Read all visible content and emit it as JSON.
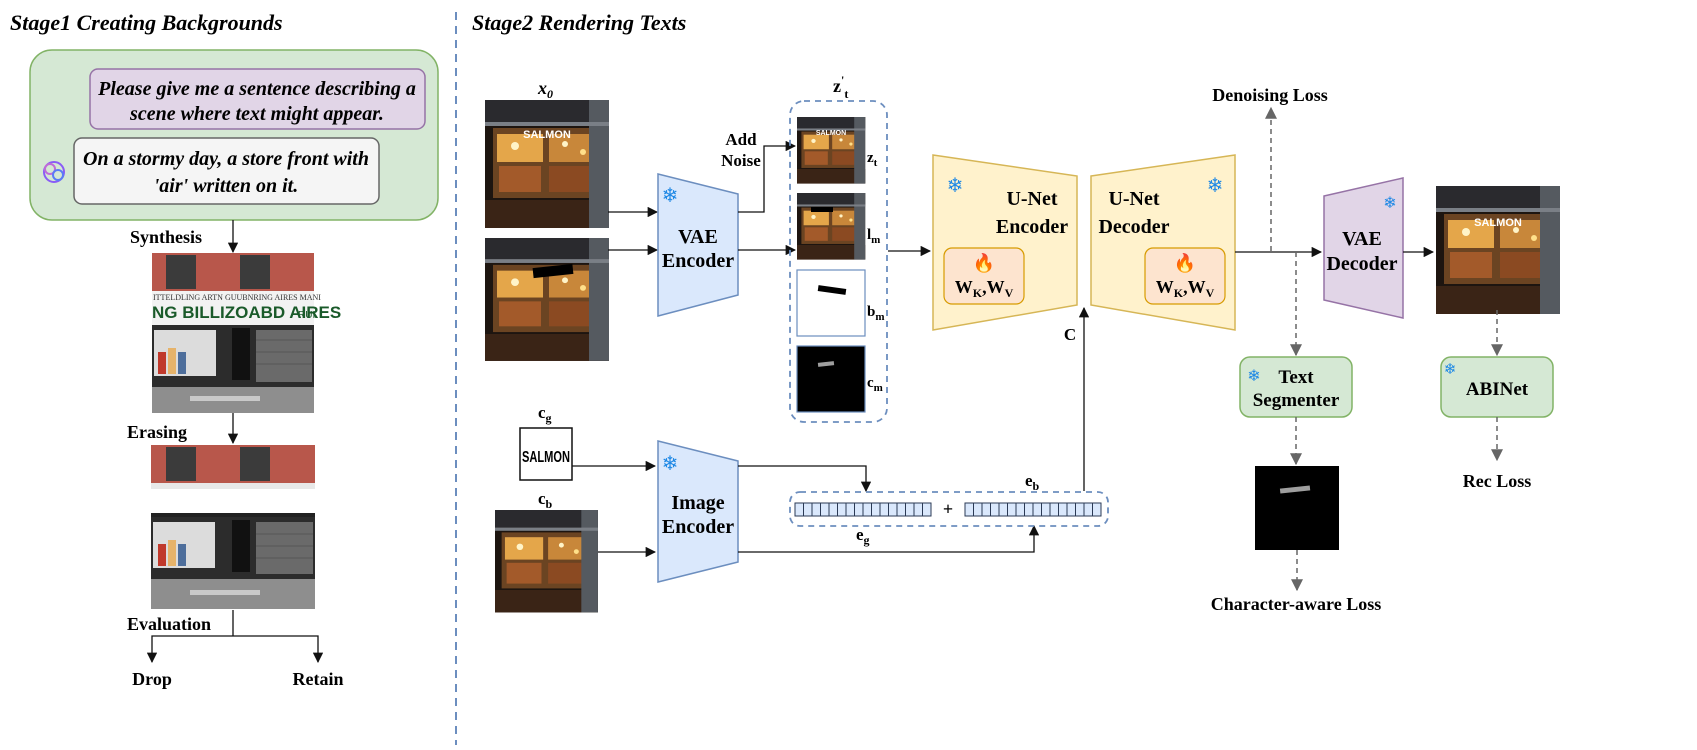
{
  "colors": {
    "stage1_green": "#d5e8d4",
    "stage1_green_border": "#82b366",
    "prompt_purple": "#e1d5e7",
    "prompt_purple_border": "#9673a6",
    "vae_blue": "#dae8fc",
    "vae_blue_border": "#6c8ebf",
    "unet_yellow": "#fff2cc",
    "unet_yellow_border": "#d6b656",
    "weight_orange": "#fde4cf",
    "weight_orange_border": "#d79b00",
    "snowflake": "#1e88e5",
    "divider": "#6c8ebf"
  },
  "stage1": {
    "title": "Stage1 Creating Backgrounds",
    "prompt_line1": "Please give me a sentence describing a",
    "prompt_line2": "scene where text might appear.",
    "answer_line1": "On a stormy day, a store front with",
    "answer_line2": "'air' written on it.",
    "synthesis": "Synthesis",
    "sign_small": "ITTELDLING ARTN GUUBNRING AIRES MANI",
    "sign_big": "NG BILLIZOABD AIRES",
    "sign_right": "RUI",
    "erasing": "Erasing",
    "evaluation": "Evaluation",
    "drop": "Drop",
    "retain": "Retain",
    "chatgpt_icon": "chatgpt-logo-icon"
  },
  "stage2": {
    "title": "Stage2 Rendering Texts",
    "x0": "x",
    "x0_sub": "0",
    "storefront_sign": "SALMON",
    "add_noise_1": "Add",
    "add_noise_2": "Noise",
    "zt_prime": "z",
    "zt_prime_sup": "'",
    "zt_prime_sub": "t",
    "zt": "z",
    "zt_sub": "t",
    "lm": "l",
    "lm_sub": "m",
    "bm": "b",
    "bm_sub": "m",
    "cm": "c",
    "cm_sub": "m",
    "vae_encoder_1": "VAE",
    "vae_encoder_2": "Encoder",
    "unet_encoder_1": "U-Net",
    "unet_encoder_2": "Encoder",
    "unet_decoder_1": "U-Net",
    "unet_decoder_2": "Decoder",
    "wk": "W",
    "wk_sub": "K",
    "wv": "W",
    "wv_sub": "V",
    "c_label": "C",
    "vae_decoder_1": "VAE",
    "vae_decoder_2": "Decoder",
    "denoising_loss": "Denoising Loss",
    "text_segmenter_1": "Text",
    "text_segmenter_2": "Segmenter",
    "abinet": "ABINet",
    "rec_loss": "Rec Loss",
    "char_loss": "Character-aware Loss",
    "cg": "c",
    "cg_sub": "g",
    "cb": "c",
    "cb_sub": "b",
    "glyph_text": "SALMON",
    "image_encoder_1": "Image",
    "image_encoder_2": "Encoder",
    "eb": "e",
    "eb_sub": "b",
    "eg": "e",
    "eg_sub": "g",
    "plus": "+",
    "frozen_icon": "snowflake-icon",
    "trainable_icon": "fire-icon"
  }
}
